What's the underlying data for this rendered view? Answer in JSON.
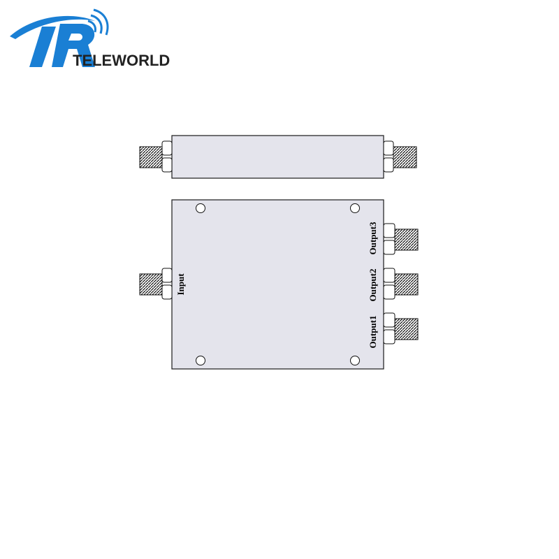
{
  "brand": {
    "name": "TELEWORLD",
    "logo_letter": "R"
  },
  "diagram": {
    "ports": {
      "input": "Input",
      "output1": "Output1",
      "output2": "Output2",
      "output3": "Output3"
    }
  },
  "colors": {
    "logo_blue": "#1a7fd4",
    "logo_blue_dark": "#0d5fb0",
    "housing_fill": "#e4e4ec",
    "outline": "#1a1a1a"
  }
}
